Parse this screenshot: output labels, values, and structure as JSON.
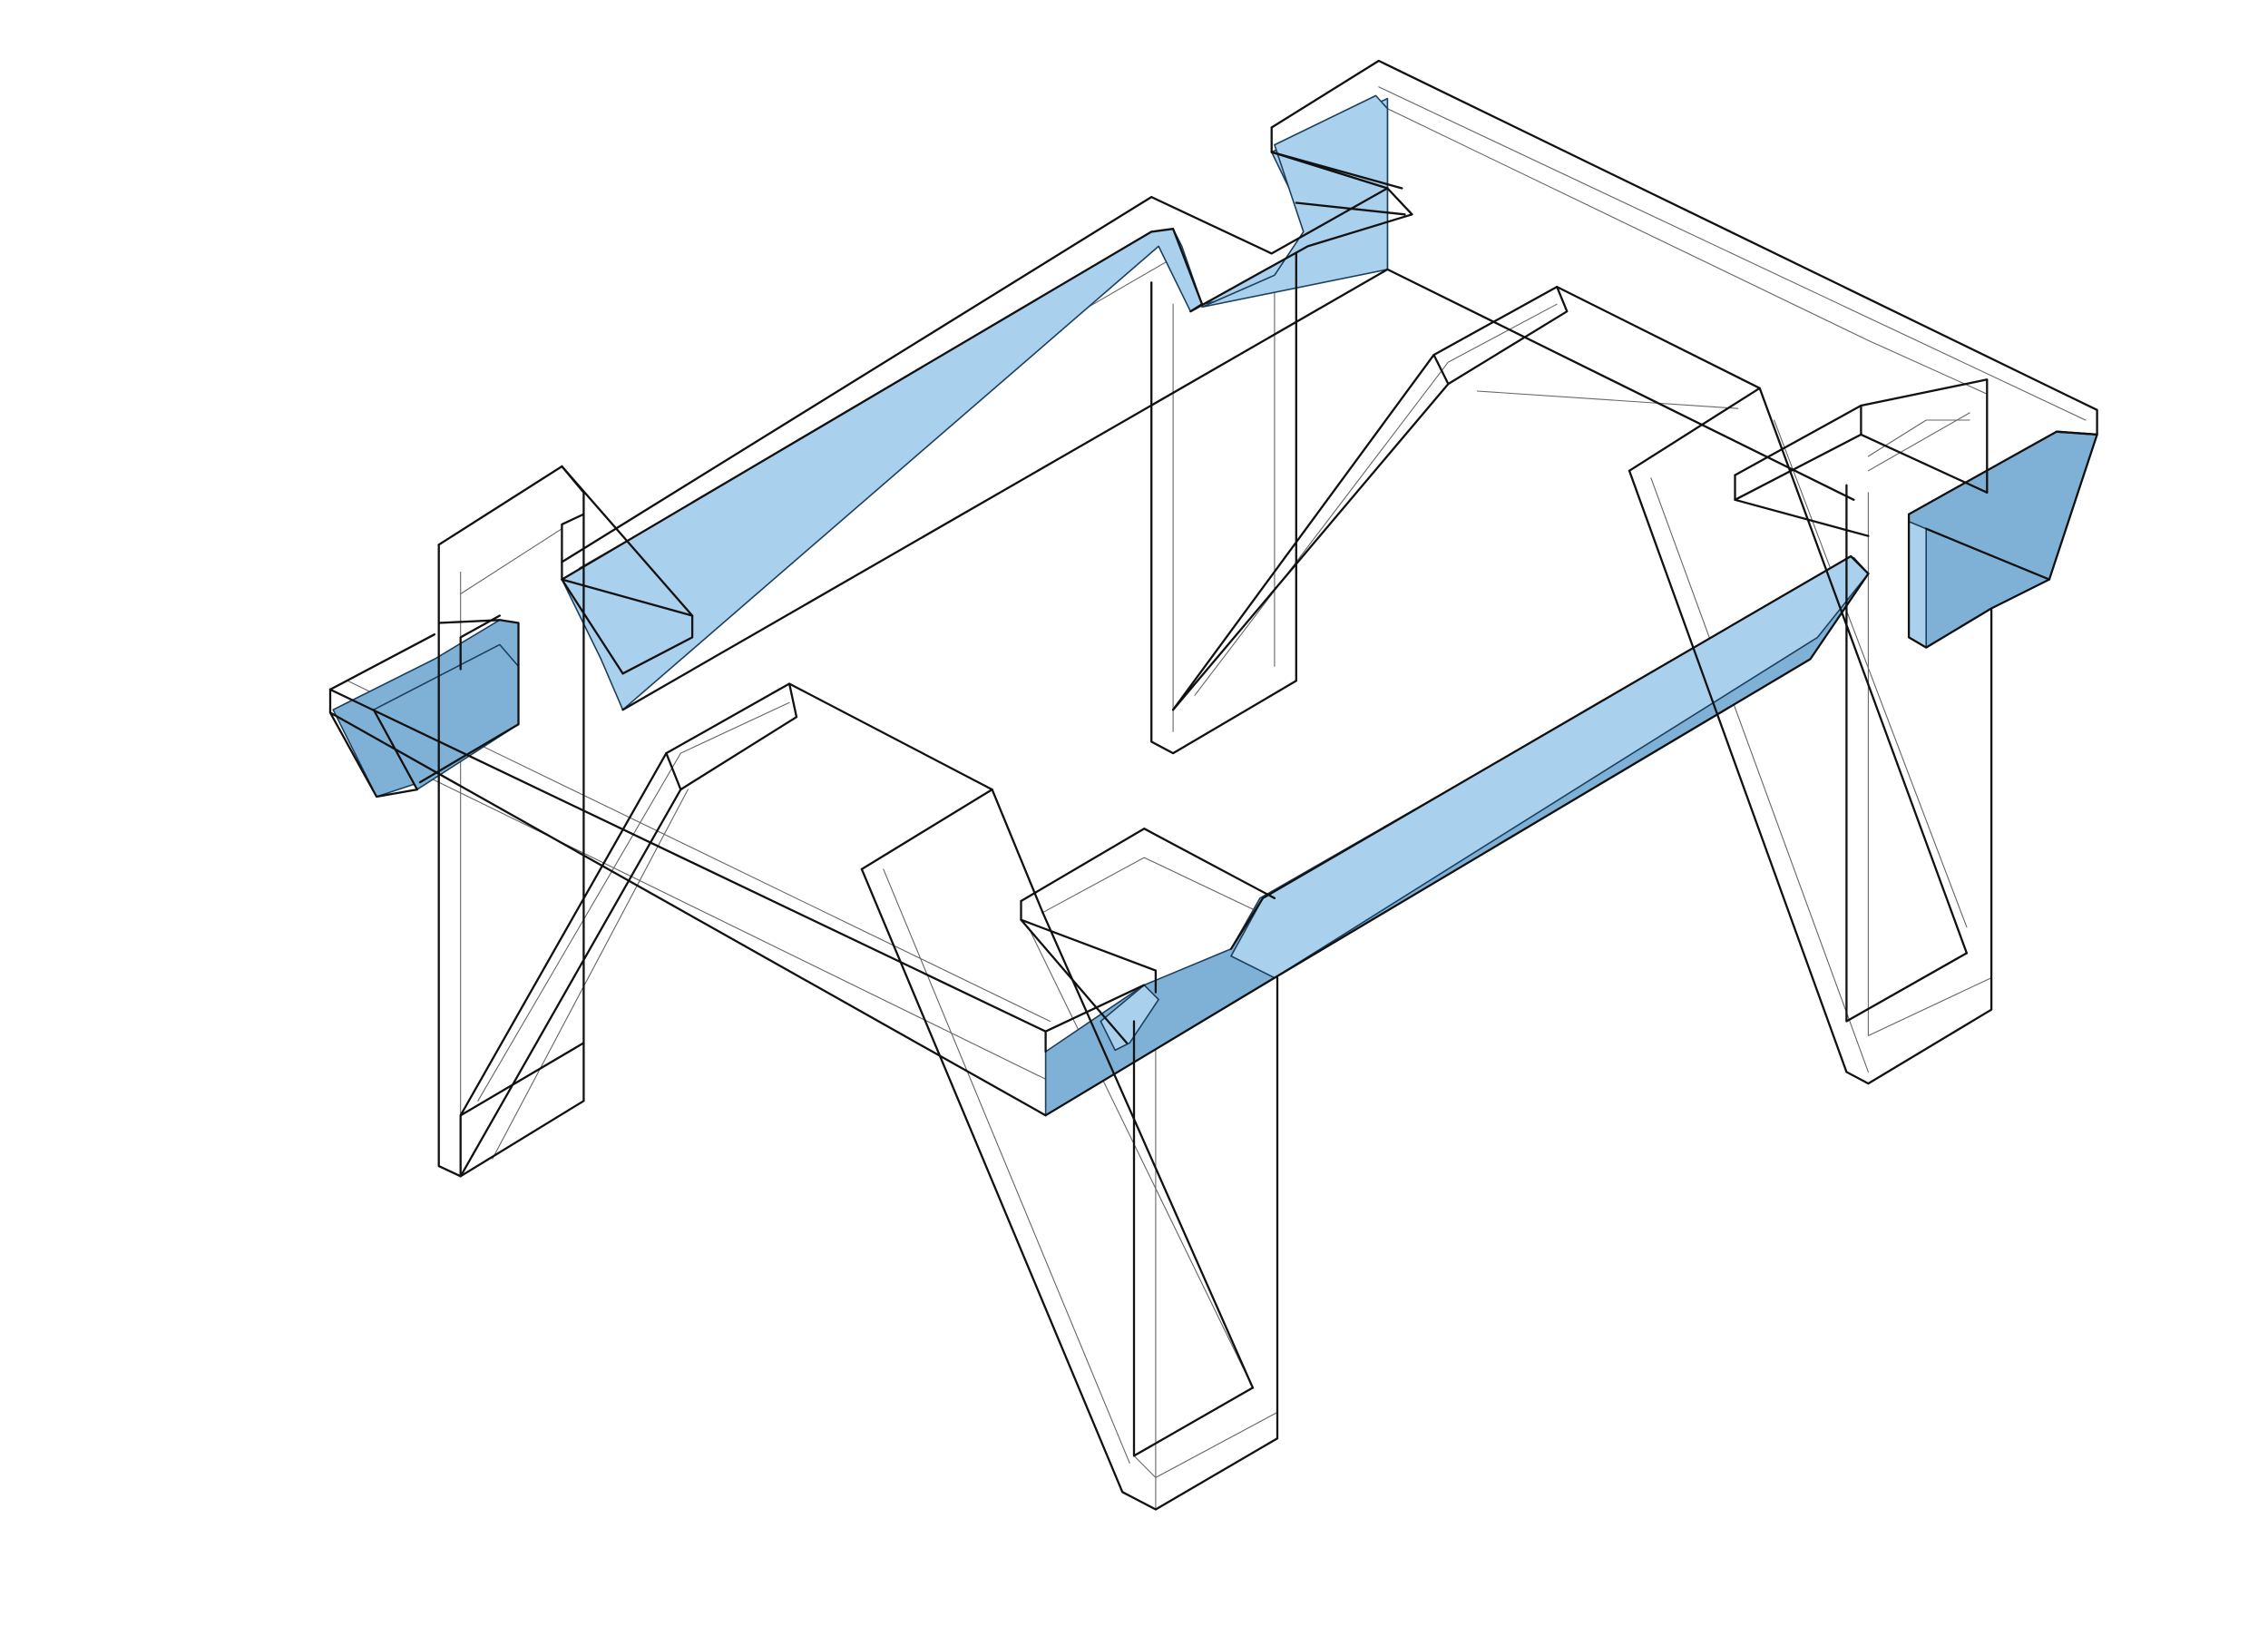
{
  "colors": {
    "background": "#ffffff",
    "line": "#111111",
    "line_thin": "#666666",
    "highlight_fill": "#a9d1ee",
    "highlight_fill_dark": "#7fb1d6",
    "highlight_stroke": "#1d3f5c"
  },
  "parts": [
    "tabletop",
    "front-rail",
    "back-rail",
    "left-front-leg",
    "left-rear-leg",
    "right-front-leg",
    "right-rear-leg",
    "cross-brace-left",
    "cross-brace-right"
  ]
}
